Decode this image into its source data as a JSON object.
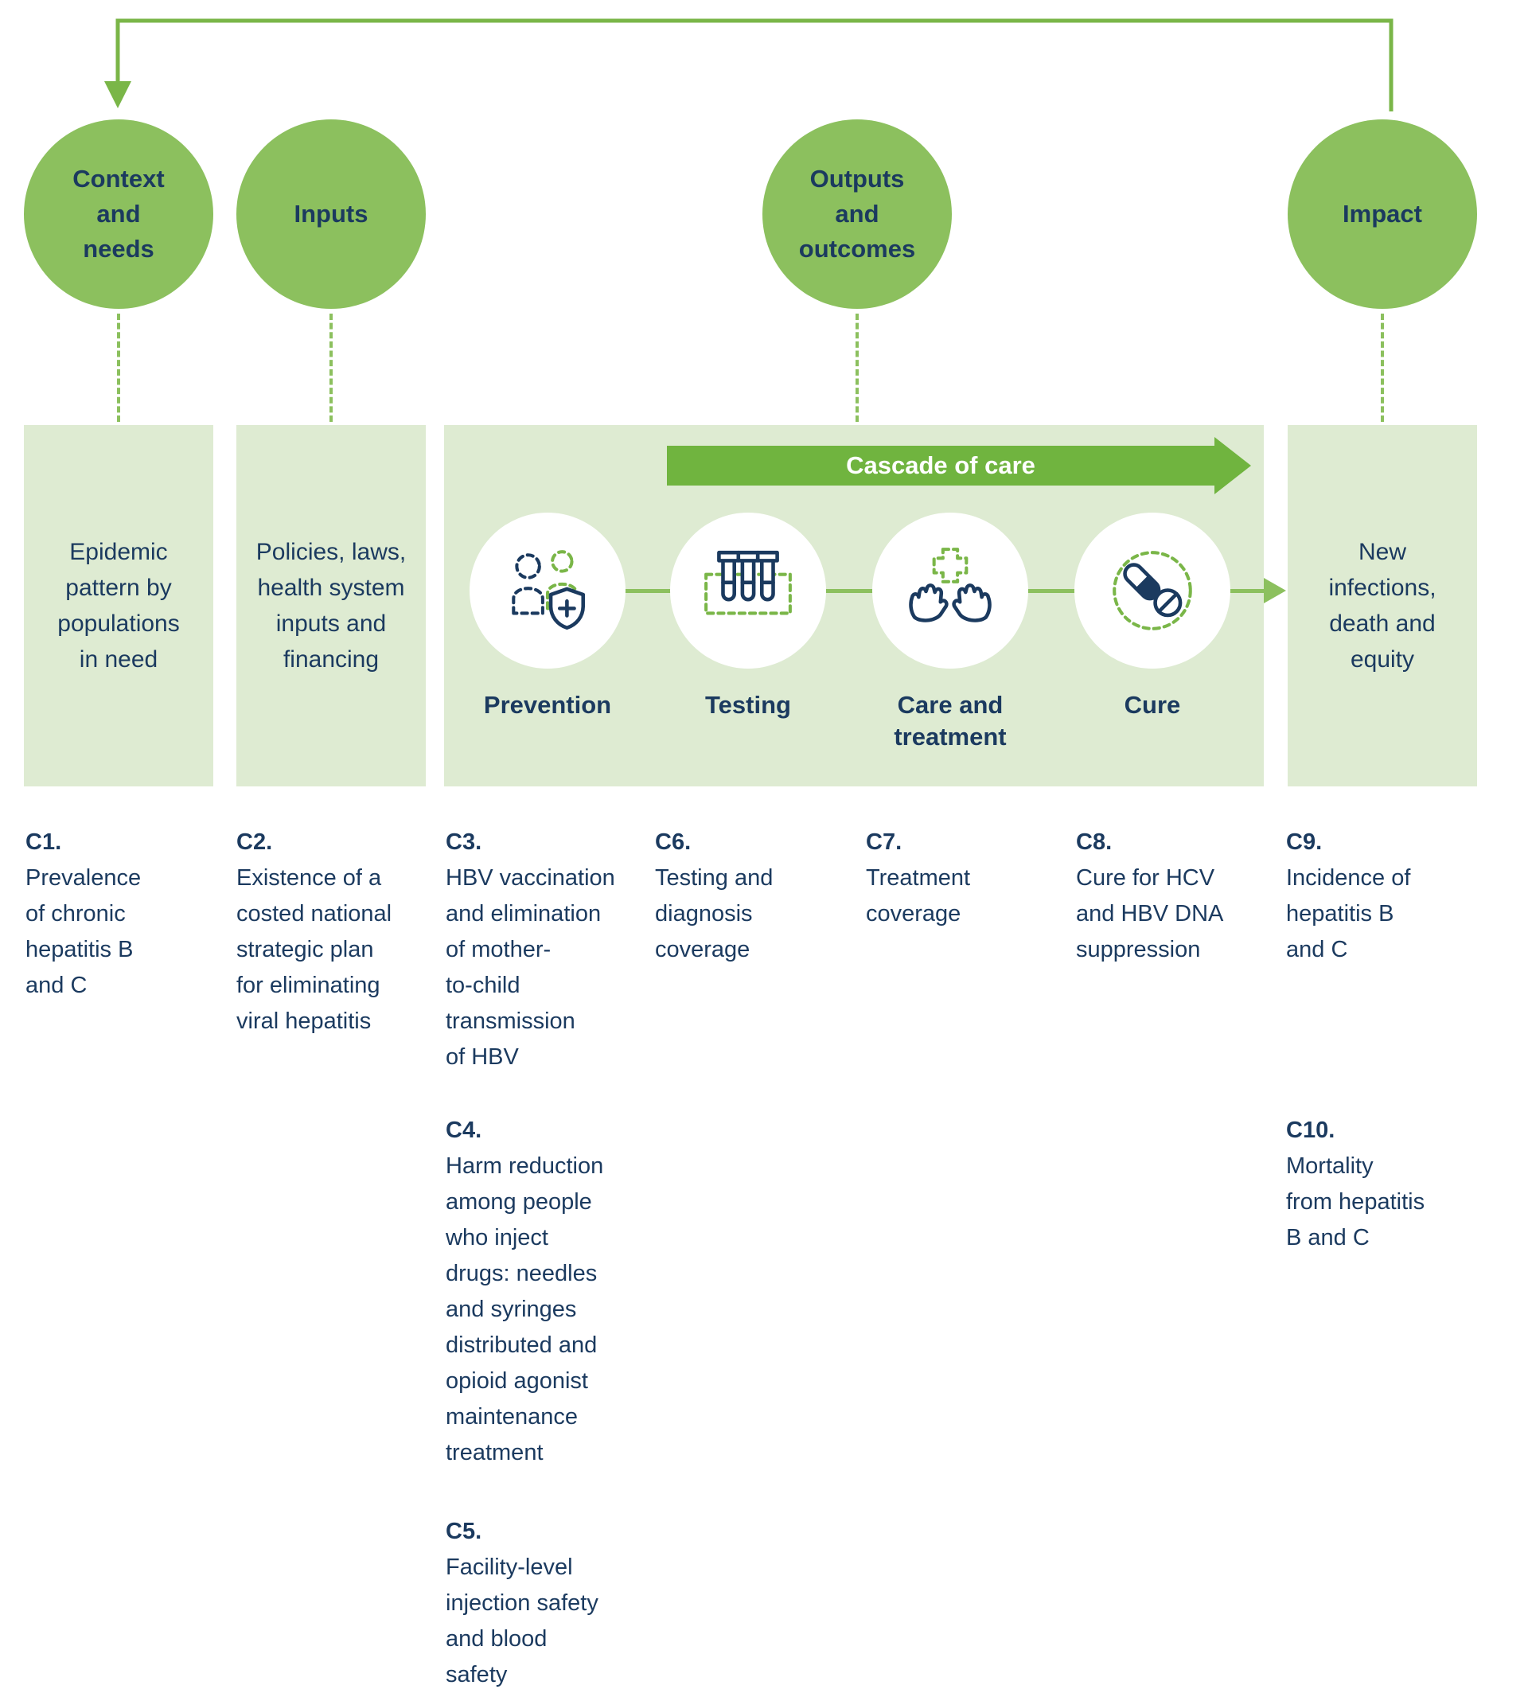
{
  "palette": {
    "circle_green": "#8CC05E",
    "box_green": "#DEEBD2",
    "cascade_green": "#70B43F",
    "dashed_green": "#7AB648",
    "navy": "#1B3A5F"
  },
  "stage_circles": [
    {
      "label": "Context\nand\nneeds"
    },
    {
      "label": "Inputs"
    },
    {
      "label": "Outputs\nand\noutcomes"
    },
    {
      "label": "Impact"
    }
  ],
  "boxes": [
    {
      "text": "Epidemic\npattern by\npopulations\nin need"
    },
    {
      "text": "Policies, laws,\nhealth system\ninputs and\nfinancing"
    },
    {
      "text": "New\ninfections,\ndeath and\nequity"
    }
  ],
  "cascade": {
    "title": "Cascade of care",
    "steps": [
      {
        "label": "Prevention",
        "icon": "people-shield-icon"
      },
      {
        "label": "Testing",
        "icon": "test-tubes-icon"
      },
      {
        "label": "Care and\ntreatment",
        "icon": "hands-cross-icon"
      },
      {
        "label": "Cure",
        "icon": "pills-icon"
      }
    ]
  },
  "indicators": [
    {
      "code": "C1.",
      "text": "Prevalence\nof chronic\nhepatitis B\nand C"
    },
    {
      "code": "C2.",
      "text": "Existence of a\ncosted national\nstrategic plan\nfor eliminating\nviral hepatitis"
    },
    {
      "code": "C3.",
      "text": "HBV vaccination\nand elimination\nof mother-\nto-child\ntransmission\nof HBV"
    },
    {
      "code": "C4.",
      "text": "Harm reduction\namong people\nwho inject\ndrugs: needles\nand syringes\ndistributed and\nopioid agonist\nmaintenance\ntreatment"
    },
    {
      "code": "C5.",
      "text": "Facility-level\ninjection safety\nand blood\nsafety"
    },
    {
      "code": "C6.",
      "text": "Testing and\ndiagnosis\ncoverage"
    },
    {
      "code": "C7.",
      "text": "Treatment\ncoverage"
    },
    {
      "code": "C8.",
      "text": "Cure for HCV\nand HBV DNA\nsuppression"
    },
    {
      "code": "C9.",
      "text": "Incidence of\nhepatitis B\nand C"
    },
    {
      "code": "C10.",
      "text": "Mortality\nfrom hepatitis\nB and C"
    }
  ]
}
